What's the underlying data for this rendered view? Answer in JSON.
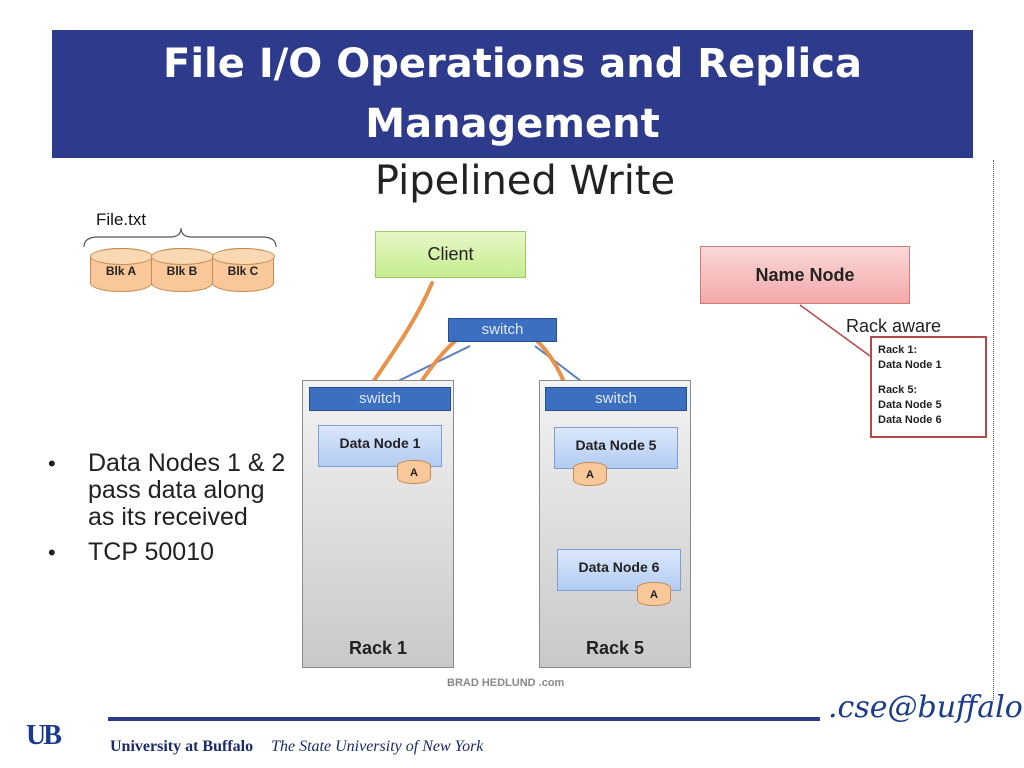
{
  "slide": {
    "title_line1": "File I/O Operations and Replica",
    "title_line2": "Management",
    "diagram_title": "Pipelined Write"
  },
  "file": {
    "name": "File.txt",
    "blocks": [
      "Blk A",
      "Blk B",
      "Blk C"
    ]
  },
  "client": {
    "label": "Client"
  },
  "name_node": {
    "label": "Name Node",
    "rack_aware_label": "Rack aware",
    "rack_aware_lines": [
      "Rack 1:",
      "Data Node 1",
      "Rack 5:",
      "Data Node 5",
      "Data Node 6"
    ]
  },
  "network": {
    "core_switch_label": "switch",
    "rack1_switch_label": "switch",
    "rack5_switch_label": "switch"
  },
  "racks": [
    {
      "label": "Rack 1",
      "nodes": [
        {
          "label": "Data Node 1",
          "block": "A"
        }
      ]
    },
    {
      "label": "Rack 5",
      "nodes": [
        {
          "label": "Data Node 5",
          "block": "A"
        },
        {
          "label": "Data Node 6",
          "block": "A"
        }
      ]
    }
  ],
  "credit": "BRAD HEDLUND .com",
  "bullets": [
    "Data Nodes 1 & 2 pass data along as its received",
    "TCP 50010"
  ],
  "footer": {
    "logo": "UB",
    "university": "University at Buffalo",
    "tagline": "The State University of New York",
    "brand": ".cse@buffalo"
  },
  "colors": {
    "title_bar": "#2e3a8c",
    "switch": "#3c6fbf",
    "data_flow_arrow": "#e8924a",
    "client_box": "#c6ec8f",
    "name_node_box": "#f4a9a9",
    "data_node": "#b3ccf2",
    "block_cylinder": "#f8c89a"
  }
}
